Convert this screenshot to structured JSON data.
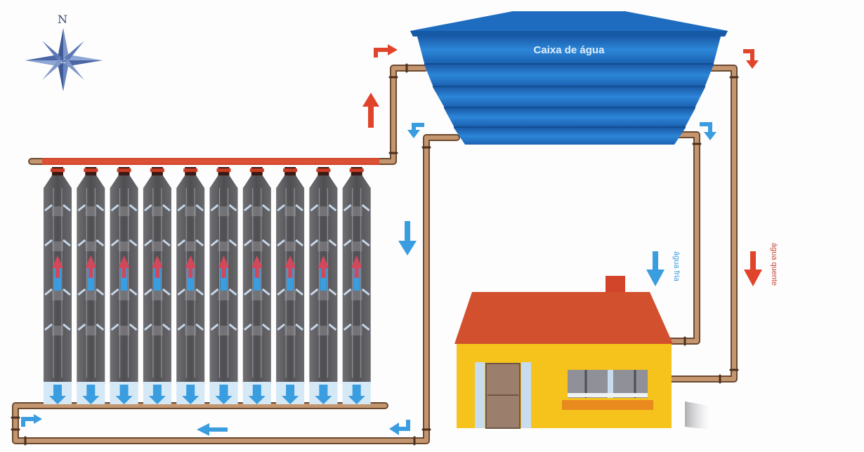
{
  "diagram": {
    "title": "Aquecedor solar de garrafas PET",
    "tank": {
      "label": "Caixa de água",
      "color": "#1f6fc4"
    },
    "compass": {
      "label": "N"
    },
    "labels": {
      "cold_water": "água fria",
      "hot_water": "água quente"
    },
    "collector": {
      "bottle_columns": 10
    },
    "colors": {
      "hot_arrow": "#e0442a",
      "cold_arrow": "#3a9de0",
      "pipe": "#b88a62",
      "pipe_dark": "#6b4a30",
      "roof": "#d2502e",
      "wall": "#f6c21c",
      "door": "#9c7e6c",
      "bottle": "#5a5a5c"
    },
    "flow": [
      {
        "from": "collector",
        "to": "Caixa de água",
        "type": "hot"
      },
      {
        "from": "Caixa de água",
        "to": "collector",
        "type": "cold"
      },
      {
        "from": "Caixa de água",
        "to": "house",
        "type": "cold",
        "label": "água fria"
      },
      {
        "from": "Caixa de água",
        "to": "house",
        "type": "hot",
        "label": "água quente"
      }
    ]
  }
}
